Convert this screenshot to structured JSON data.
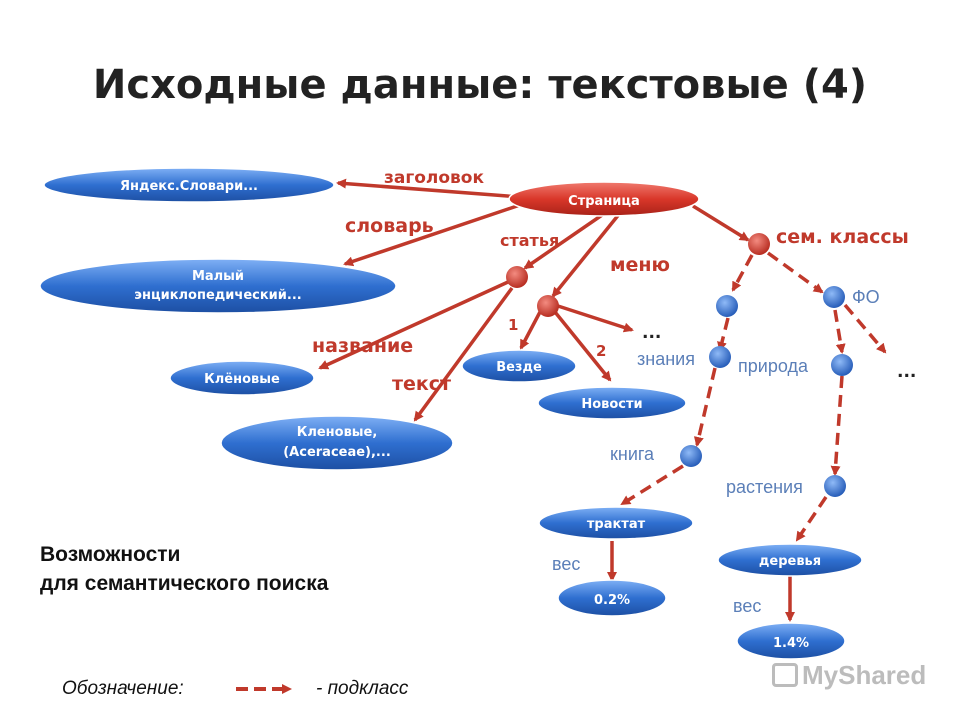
{
  "title": "Исходные данные: текстовые (4)",
  "caption": {
    "line1": "Возможности",
    "line2": "для семантического поиска"
  },
  "legend": {
    "label": "Обозначение:",
    "meaning": "- подкласс"
  },
  "watermark": "MyShared",
  "colors": {
    "red": "#c0392b",
    "red_dark": "#a93226",
    "blue": "#2f6fd0",
    "blue_light": "#5b8ee6",
    "blue_label": "#5b7fb8"
  },
  "nodes": {
    "page": "Страница",
    "yandex": "Яндекс.Словари...",
    "small_enc_1": "Малый",
    "small_enc_2": "энциклопедический...",
    "maples": "Клёновые",
    "maples_full_1": "Кленовые,",
    "maples_full_2": "(Aceraceae),...",
    "everywhere": "Везде",
    "news": "Новости",
    "treatise": "трактат",
    "trees": "деревья",
    "val1": "0.2%",
    "val2": "1.4%"
  },
  "labels": {
    "header": "заголовок",
    "dictionary": "словарь",
    "article": "статья",
    "menu": "меню",
    "sem_classes": "сем. классы",
    "name": "название",
    "text": "текст",
    "one": "1",
    "two": "2",
    "ellipsis": "...",
    "knowledge": "знания",
    "nature": "природа",
    "fo": "ФО",
    "book": "книга",
    "plants": "растения",
    "weight1": "вес",
    "weight2": "вес"
  }
}
